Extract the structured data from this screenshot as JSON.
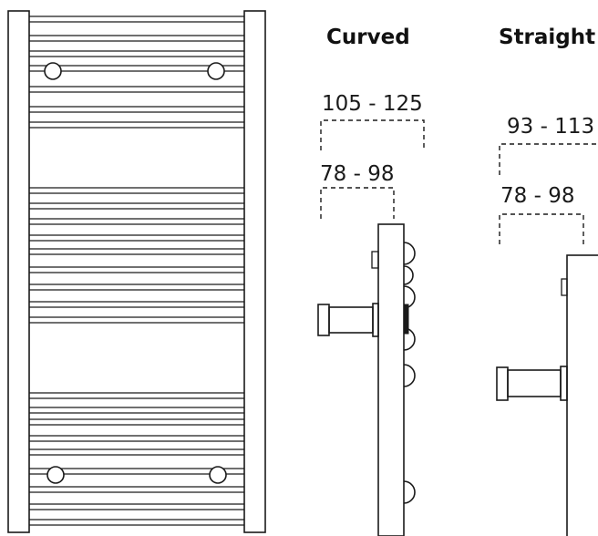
{
  "headers": {
    "curved": "Curved",
    "straight": "Straight"
  },
  "dimensions": {
    "curved_total": "105 - 125",
    "curved_wall": "78 - 98",
    "straight_total": "93 - 113",
    "straight_wall": "78 - 98"
  },
  "colors": {
    "line": "#1a1a1a",
    "background": "#ffffff"
  }
}
